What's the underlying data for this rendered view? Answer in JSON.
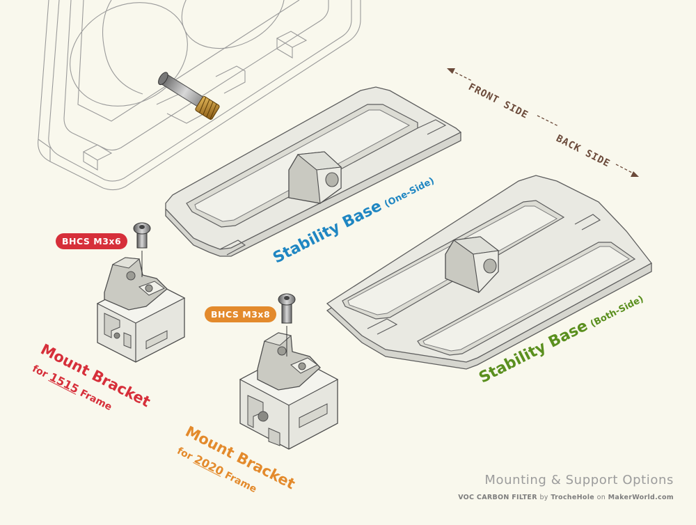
{
  "labels": {
    "front_side": "FRONT SIDE",
    "back_side": "BACK SIDE",
    "base_one_main": "Stability Base",
    "base_one_sub": "(One-Side)",
    "base_both_main": "Stability Base",
    "base_both_sub": "(Both-Side)",
    "mount_1515_title": "Mount Bracket",
    "mount_1515_for": "for",
    "mount_1515_size": "1515",
    "mount_1515_frame": "Frame",
    "mount_2020_title": "Mount Bracket",
    "mount_2020_for": "for",
    "mount_2020_size": "2020",
    "mount_2020_frame": "Frame",
    "screw_m3x6": "BHCS M3x6",
    "screw_m3x8": "BHCS M3x8"
  },
  "footer": {
    "title": "Mounting & Support Options",
    "credit_product": "VOC CARBON FILTER",
    "credit_by": "by",
    "credit_author": "TrocheHole",
    "credit_on": "on",
    "credit_site": "MakerWorld.com"
  },
  "colors": {
    "background": "#f9f8ed",
    "blue": "#1f86c2",
    "green": "#5a8f1e",
    "red": "#d62f3a",
    "orange": "#e38a2c",
    "brown": "#6b4a3a",
    "part_fill": "#e9e9e2",
    "part_stroke": "#5d5d5d"
  }
}
